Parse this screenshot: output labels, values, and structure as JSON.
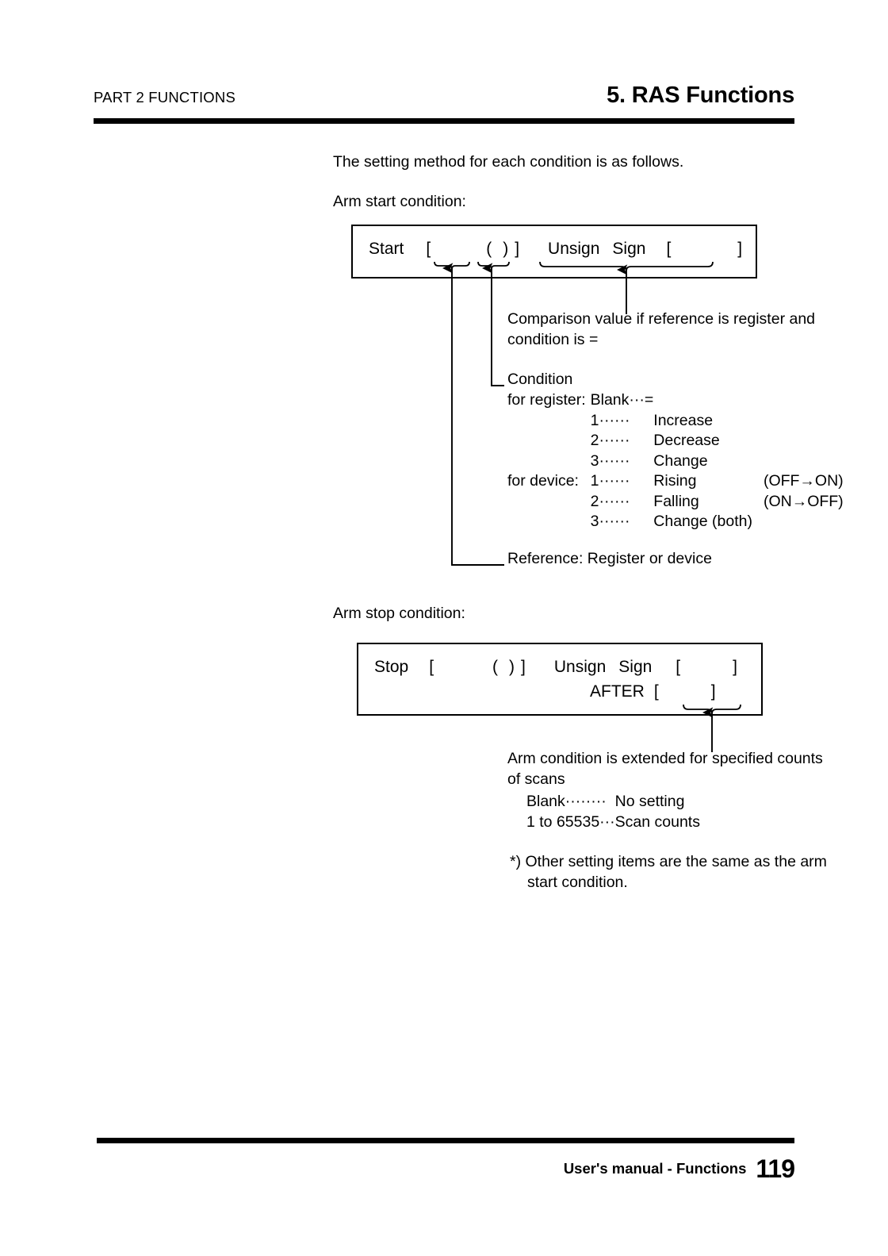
{
  "header": {
    "left": "PART 2  FUNCTIONS",
    "right": "5. RAS Functions"
  },
  "body": {
    "intro": "The setting method for each condition is as follows.",
    "start_label": "Arm start condition:",
    "stop_label": "Arm stop condition:"
  },
  "start_box": {
    "keyword": "Start",
    "open_bracket": "[",
    "paren_open": "(",
    "paren_close": ")",
    "close_bracket": "]",
    "unsign": "Unsign",
    "sign": "Sign",
    "value_open": "[",
    "value_close": "]"
  },
  "stop_box": {
    "keyword": "Stop",
    "open_bracket": "[",
    "paren_open": "(",
    "paren_close": ")",
    "close_bracket": "]",
    "unsign": "Unsign",
    "sign": "Sign",
    "value_open": "[",
    "value_close": "]",
    "after_keyword": "AFTER",
    "after_open": "[",
    "after_close": "]"
  },
  "annotations": {
    "comparison": "Comparison value if reference is register and\ncondition is =",
    "condition_title": "Condition",
    "condition_rows": [
      {
        "lead": "for register:",
        "key": "Blank···=",
        "value": "",
        "note": ""
      },
      {
        "lead": "",
        "key": "1······",
        "value": "Increase",
        "note": ""
      },
      {
        "lead": "",
        "key": "2······",
        "value": "Decrease",
        "note": ""
      },
      {
        "lead": "",
        "key": "3······",
        "value": "Change",
        "note": ""
      },
      {
        "lead": "for device:",
        "key": "1······",
        "value": "Rising",
        "note": "(OFF→ON)"
      },
      {
        "lead": "",
        "key": "2······",
        "value": "Falling",
        "note": "(ON→OFF)"
      },
      {
        "lead": "",
        "key": "3······",
        "value": "Change (both)",
        "note": ""
      }
    ],
    "reference": "Reference: Register or device",
    "after_desc": "Arm condition is extended for specified counts\nof scans",
    "after_rows": [
      {
        "key": "Blank········",
        "value": "No setting"
      },
      {
        "key": "1 to 65535···",
        "value": "Scan counts"
      }
    ],
    "footnote_marker": "*) Other setting items are the same as the arm",
    "footnote_cont": "start condition."
  },
  "footer": {
    "text": "User's manual - Functions",
    "page": "119"
  },
  "colors": {
    "ink": "#000000",
    "paper": "#ffffff"
  }
}
